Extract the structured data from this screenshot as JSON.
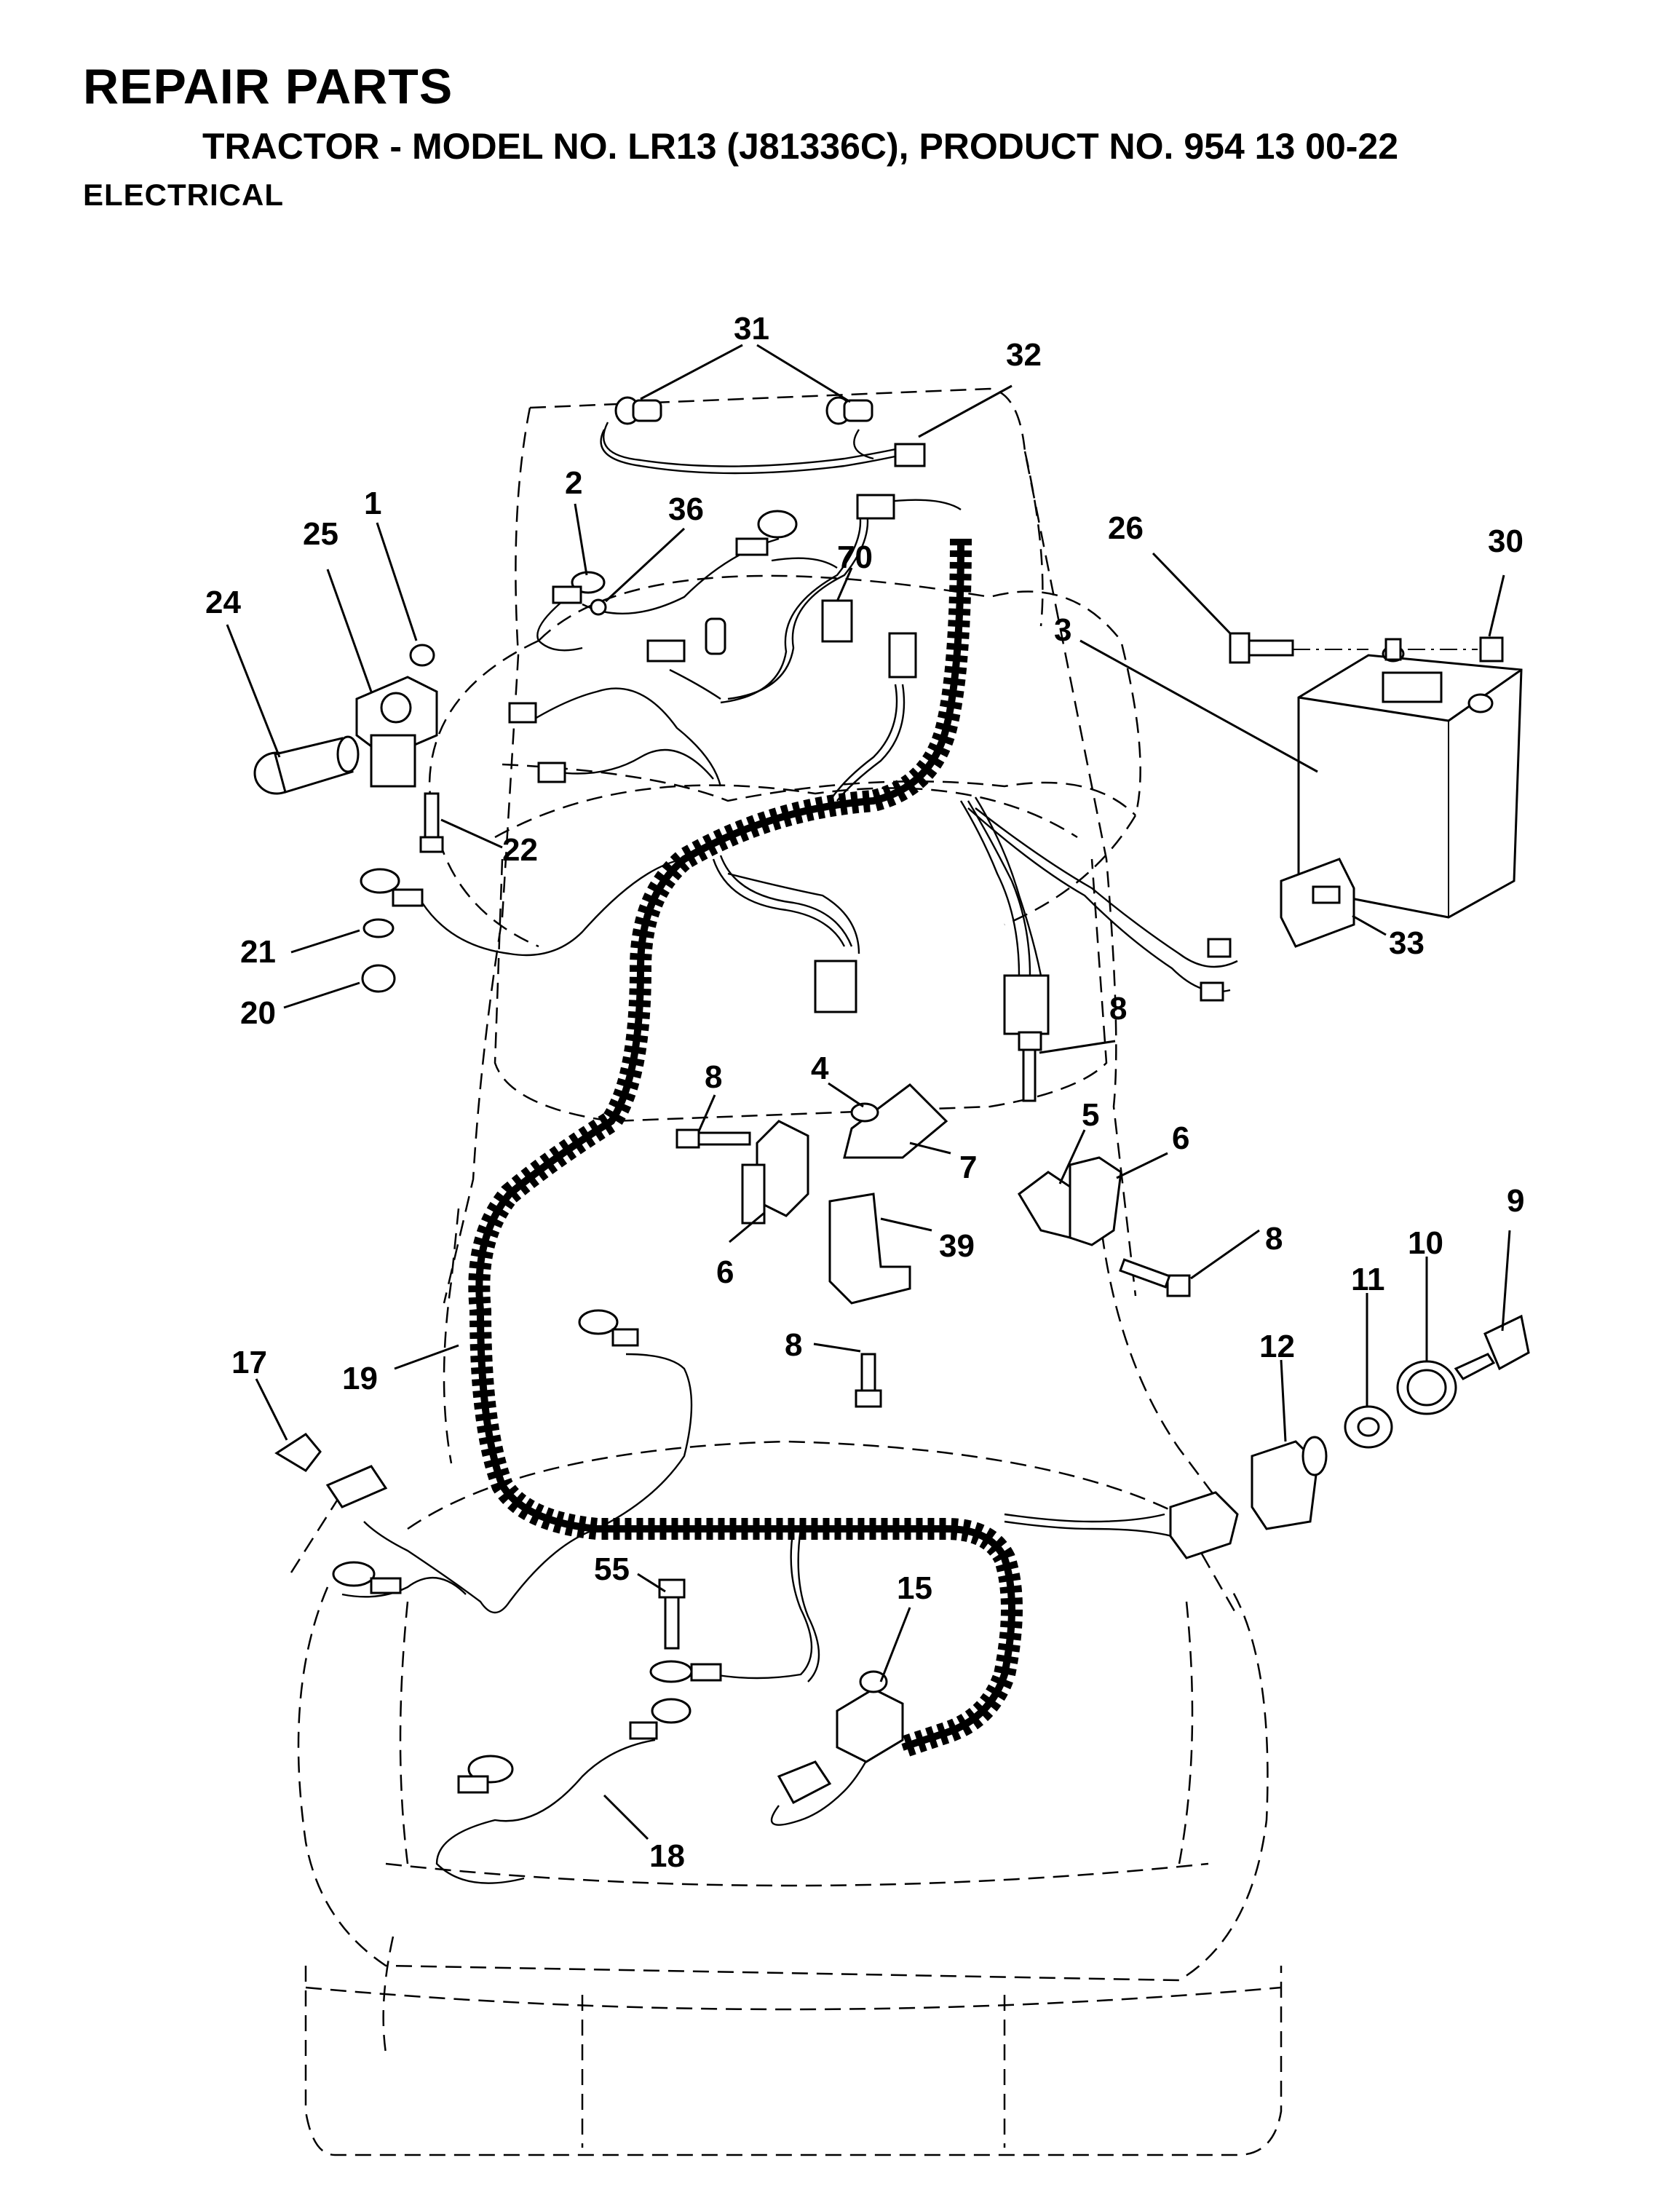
{
  "header": {
    "title": "REPAIR PARTS",
    "subtitle": "TRACTOR - MODEL NO. LR13 (J81336C), PRODUCT NO. 954 13 00-22",
    "section": "ELECTRICAL"
  },
  "callouts": [
    {
      "id": "c31",
      "text": "31"
    },
    {
      "id": "c32",
      "text": "32"
    },
    {
      "id": "c2",
      "text": "2"
    },
    {
      "id": "c36",
      "text": "36"
    },
    {
      "id": "c70",
      "text": "70"
    },
    {
      "id": "c1",
      "text": "1"
    },
    {
      "id": "c25",
      "text": "25"
    },
    {
      "id": "c24",
      "text": "24"
    },
    {
      "id": "c26",
      "text": "26"
    },
    {
      "id": "c30",
      "text": "30"
    },
    {
      "id": "c3",
      "text": "3"
    },
    {
      "id": "c22",
      "text": "22"
    },
    {
      "id": "c33",
      "text": "33"
    },
    {
      "id": "c21",
      "text": "21"
    },
    {
      "id": "c20",
      "text": "20"
    },
    {
      "id": "c8a",
      "text": "8"
    },
    {
      "id": "c8b",
      "text": "8"
    },
    {
      "id": "c4",
      "text": "4"
    },
    {
      "id": "c5",
      "text": "5"
    },
    {
      "id": "c6a",
      "text": "6"
    },
    {
      "id": "c7",
      "text": "7"
    },
    {
      "id": "c6b",
      "text": "6"
    },
    {
      "id": "c39",
      "text": "39"
    },
    {
      "id": "c8c",
      "text": "8"
    },
    {
      "id": "c9",
      "text": "9"
    },
    {
      "id": "c10",
      "text": "10"
    },
    {
      "id": "c11",
      "text": "11"
    },
    {
      "id": "c12",
      "text": "12"
    },
    {
      "id": "c17",
      "text": "17"
    },
    {
      "id": "c19",
      "text": "19"
    },
    {
      "id": "c8d",
      "text": "8"
    },
    {
      "id": "c55",
      "text": "55"
    },
    {
      "id": "c15",
      "text": "15"
    },
    {
      "id": "c18",
      "text": "18"
    }
  ]
}
